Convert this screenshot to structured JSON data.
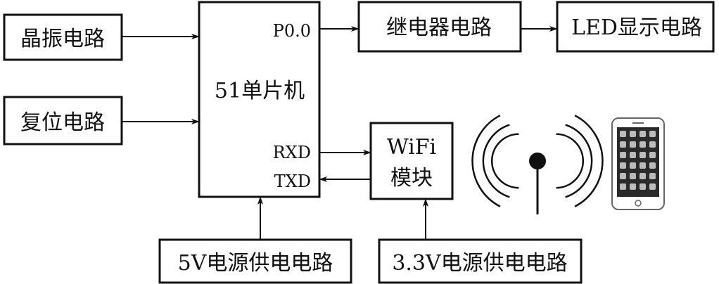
{
  "blocks": {
    "crystal": "晶振电路",
    "reset": "复位电路",
    "mcu": "51单片机",
    "relay": "继电器电路",
    "led": "LED显示电路",
    "wifi_line1": "WiFi",
    "wifi_line2": "模块",
    "power5v": "5V电源供电电路",
    "power33v": "3.3V电源供电电路"
  },
  "pins": {
    "p00": "P0.0",
    "rxd": "RXD",
    "txd": "TXD"
  },
  "icons": {
    "wireless": "wireless-signal-icon",
    "phone": "smartphone-icon"
  },
  "colors": {
    "line": "#111111",
    "background": "#ffffff"
  }
}
